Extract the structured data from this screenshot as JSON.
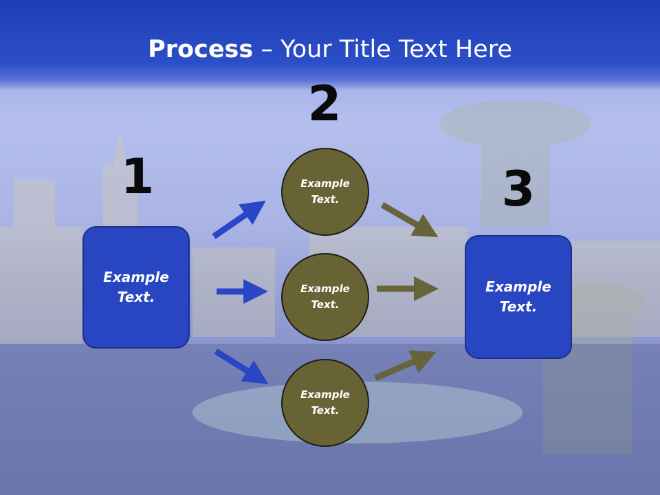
{
  "title": {
    "bold": "Process",
    "rest": " – Your Title Text Here"
  },
  "numbers": [
    "1",
    "2",
    "3"
  ],
  "left_box": {
    "text": "Example Text."
  },
  "circles": [
    {
      "text": "Example Text."
    },
    {
      "text": "Example Text."
    },
    {
      "text": "Example Text."
    }
  ],
  "right_box": {
    "text": "Example Text."
  },
  "colors": {
    "header": "#2340b8",
    "box": "#2946c2",
    "circle": "#676335",
    "blue_arrow": "#2a46c4",
    "olive_arrow": "#67633a"
  }
}
